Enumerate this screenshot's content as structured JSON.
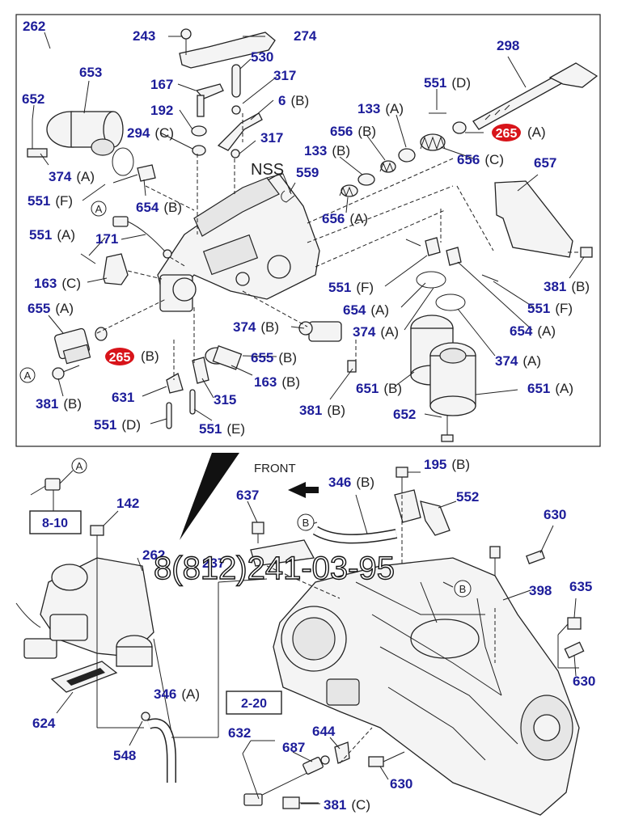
{
  "watermark": "8(812)241-03-95",
  "front_label": "FRONT",
  "nss_label": "NSS",
  "box_refs": {
    "ref_8_10": "8-10",
    "ref_2_20": "2-20"
  },
  "circle_marks": {
    "a": "A",
    "b": "B"
  },
  "labels": [
    {
      "n": "262",
      "s": ""
    },
    {
      "n": "243",
      "s": ""
    },
    {
      "n": "274",
      "s": ""
    },
    {
      "n": "530",
      "s": ""
    },
    {
      "n": "653",
      "s": ""
    },
    {
      "n": "167",
      "s": ""
    },
    {
      "n": "317",
      "s": ""
    },
    {
      "n": "652",
      "s": ""
    },
    {
      "n": "192",
      "s": ""
    },
    {
      "n": "6",
      "s": "(B)"
    },
    {
      "n": "294",
      "s": "(C)"
    },
    {
      "n": "317",
      "s": ""
    },
    {
      "n": "374",
      "s": "(A)"
    },
    {
      "n": "551",
      "s": "(F)"
    },
    {
      "n": "654",
      "s": "(B)"
    },
    {
      "n": "551",
      "s": "(A)"
    },
    {
      "n": "171",
      "s": ""
    },
    {
      "n": "163",
      "s": "(C)"
    },
    {
      "n": "655",
      "s": "(A)"
    },
    {
      "n": "381",
      "s": "(B)"
    },
    {
      "n": "631",
      "s": ""
    },
    {
      "n": "551",
      "s": "(D)"
    },
    {
      "n": "551",
      "s": "(E)"
    },
    {
      "n": "315",
      "s": ""
    },
    {
      "n": "163",
      "s": "(B)"
    },
    {
      "n": "655",
      "s": "(B)"
    },
    {
      "n": "374",
      "s": "(B)"
    },
    {
      "n": "381",
      "s": "(B)"
    },
    {
      "n": "559",
      "s": ""
    },
    {
      "n": "656",
      "s": "(A)"
    },
    {
      "n": "133",
      "s": "(B)"
    },
    {
      "n": "656",
      "s": "(B)"
    },
    {
      "n": "133",
      "s": "(A)"
    },
    {
      "n": "551",
      "s": "(D)"
    },
    {
      "n": "298",
      "s": ""
    },
    {
      "n": "656",
      "s": "(C)"
    },
    {
      "n": "657",
      "s": ""
    },
    {
      "n": "551",
      "s": "(F)"
    },
    {
      "n": "654",
      "s": "(A)"
    },
    {
      "n": "374",
      "s": "(A)"
    },
    {
      "n": "381",
      "s": "(B)"
    },
    {
      "n": "551",
      "s": "(F)"
    },
    {
      "n": "654",
      "s": "(A)"
    },
    {
      "n": "374",
      "s": "(A)"
    },
    {
      "n": "651",
      "s": "(B)"
    },
    {
      "n": "651",
      "s": "(A)"
    },
    {
      "n": "652",
      "s": ""
    },
    {
      "n": "195",
      "s": "(B)"
    },
    {
      "n": "142",
      "s": ""
    },
    {
      "n": "637",
      "s": ""
    },
    {
      "n": "346",
      "s": "(B)"
    },
    {
      "n": "552",
      "s": ""
    },
    {
      "n": "630",
      "s": ""
    },
    {
      "n": "262",
      "s": ""
    },
    {
      "n": "237",
      "s": ""
    },
    {
      "n": "398",
      "s": ""
    },
    {
      "n": "635",
      "s": ""
    },
    {
      "n": "630",
      "s": ""
    },
    {
      "n": "624",
      "s": ""
    },
    {
      "n": "346",
      "s": "(A)"
    },
    {
      "n": "548",
      "s": ""
    },
    {
      "n": "632",
      "s": ""
    },
    {
      "n": "687",
      "s": ""
    },
    {
      "n": "644",
      "s": ""
    },
    {
      "n": "630",
      "s": ""
    },
    {
      "n": "381",
      "s": "(C)"
    }
  ],
  "badges": [
    {
      "n": "265",
      "s": "(A)"
    },
    {
      "n": "265",
      "s": "(B)"
    }
  ]
}
